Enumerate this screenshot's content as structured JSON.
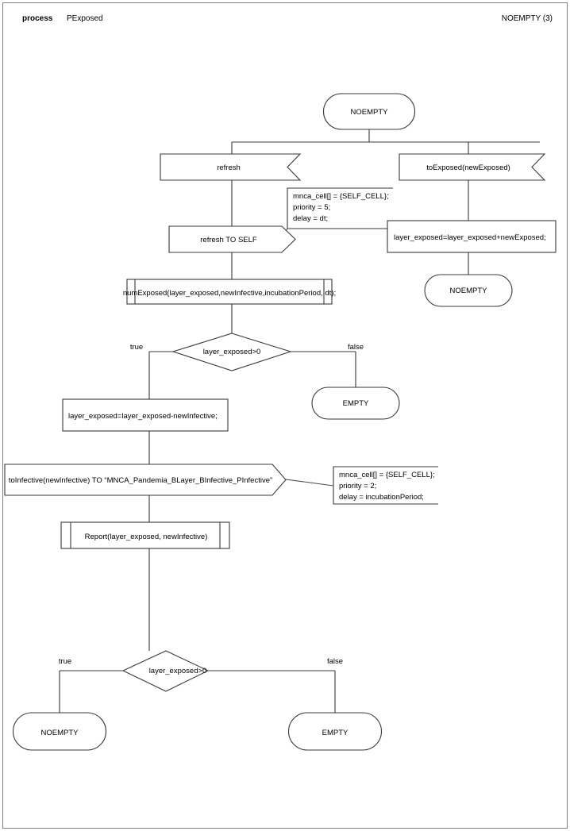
{
  "header": {
    "kind": "process",
    "name": "PExposed",
    "page_ref": "NOEMPTY (3)"
  },
  "diagram": {
    "type": "sdl-process-flowchart",
    "nodes": {
      "start_state": "NOEMPTY",
      "input_refresh": "refresh",
      "input_toexposed": "toExposed(newExposed)",
      "output_refresh_self": "refresh TO SELF",
      "task_add_exposed": "layer_exposed=layer_exposed+newExposed;",
      "state_noempty_right": "NOEMPTY",
      "proc_numexposed": "numExposed(layer_exposed,newInfective,incubationPeriod, dt);",
      "decision_1": "layer_exposed>0",
      "decision_1_true": "true",
      "decision_1_false": "false",
      "state_empty_mid": "EMPTY",
      "task_sub_infective": "layer_exposed=layer_exposed-newInfective;",
      "output_toinfective": "toInfective(newInfective) TO “MNCA_Pandemia_BLayer_BInfective_PInfective”",
      "proc_report": "Report(layer_exposed, newInfective)",
      "decision_2": "layer_exposed>0",
      "decision_2_true": "true",
      "decision_2_false": "false",
      "state_noempty_bottom": "NOEMPTY",
      "state_empty_bottom": "EMPTY"
    },
    "comments": {
      "comment_1": {
        "line1": "mnca_cell[] = {SELF_CELL};",
        "line2": "priority = 5;",
        "line3": "delay = dt;"
      },
      "comment_2": {
        "line1": "mnca_cell[] = {SELF_CELL};",
        "line2": "priority = 2;",
        "line3": "delay = incubationPeriod;"
      }
    },
    "colors": {
      "stroke": "#3a3a3a",
      "fill": "#ffffff",
      "page_border": "#808080",
      "text": "#000000"
    }
  }
}
